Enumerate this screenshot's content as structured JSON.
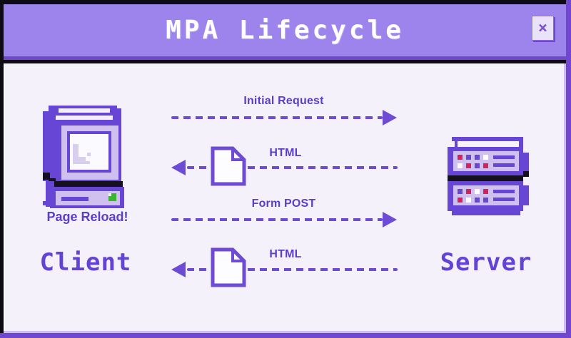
{
  "window": {
    "title": "MPA Lifecycle",
    "close_label": "×"
  },
  "client": {
    "caption": "Page Reload!",
    "label": "Client"
  },
  "server": {
    "label": "Server"
  },
  "flows": [
    {
      "label": "Initial Request",
      "direction": "right",
      "document_icon": false
    },
    {
      "label": "HTML",
      "direction": "left",
      "document_icon": true
    },
    {
      "label": "Form POST",
      "direction": "right",
      "document_icon": false
    },
    {
      "label": "HTML",
      "direction": "left",
      "document_icon": true
    }
  ],
  "colors": {
    "frame_black": "#0e0b14",
    "title_bar": "#9d84ec",
    "title_divider": "#6f48cc",
    "window_border": "#7147d1",
    "body_background": "#f4f1fb",
    "accent_purple": "#6d4bd5",
    "label_text": "#5b3ec9",
    "pixel_text": "#6243d6",
    "lavender": "#cfc0f0",
    "screen_white": "#fbfaff",
    "indicator_red": "#d6215c",
    "indicator_green": "#3bb52e"
  }
}
